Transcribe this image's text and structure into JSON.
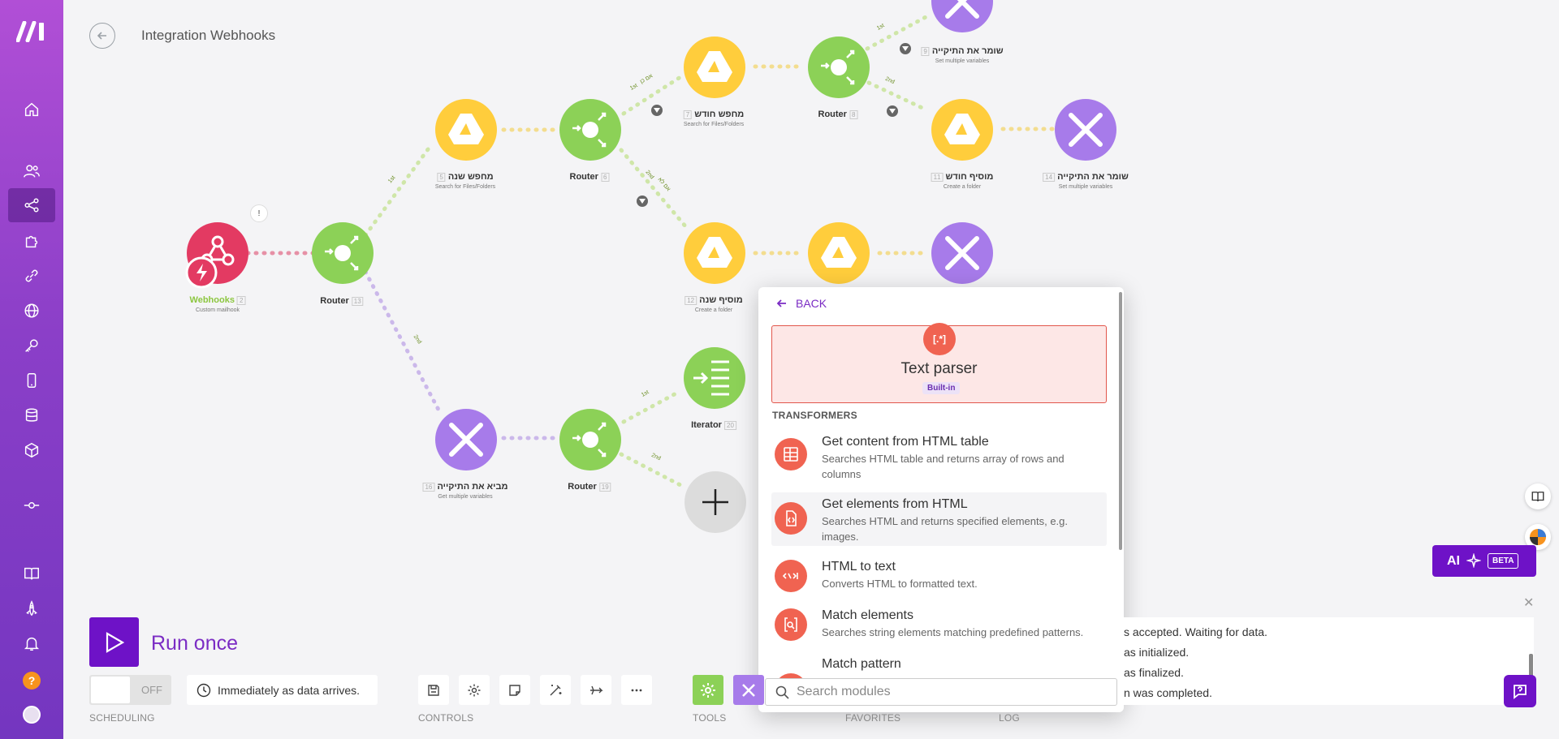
{
  "header": {
    "title": "Integration Webhooks"
  },
  "colors": {
    "accent": "#6e12c7",
    "brand_gradient_top": "#b14fd6",
    "router_green": "#8cd157",
    "drive_yellow": "#ffcd3c",
    "tools_purple": "#a77bea",
    "webhook_red": "#e33a62",
    "text_parser_red": "#f06351"
  },
  "sidebar": {
    "items": [
      {
        "icon": "home-icon"
      },
      {
        "icon": "team-icon"
      },
      {
        "icon": "share-scenarios-icon"
      },
      {
        "icon": "puzzle-icon"
      },
      {
        "icon": "link-icon"
      },
      {
        "icon": "globe-icon"
      },
      {
        "icon": "key-icon"
      },
      {
        "icon": "device-icon"
      },
      {
        "icon": "database-icon"
      },
      {
        "icon": "cube-icon"
      },
      {
        "icon": "flow-icon"
      },
      {
        "icon": "book-icon"
      },
      {
        "icon": "rocket-icon"
      },
      {
        "icon": "bell-icon"
      },
      {
        "icon": "help-icon",
        "label": "?"
      },
      {
        "icon": "avatar-icon"
      }
    ]
  },
  "nodes": {
    "webhooks": {
      "label": "Webhooks",
      "num": "2",
      "sub": "Custom mailhook",
      "badge": "!"
    },
    "router1": {
      "label": "Router",
      "num": "13"
    },
    "search_year": {
      "label": "מחפש שנה",
      "num": "5",
      "sub": "Search for Files/Folders"
    },
    "router2": {
      "label": "Router",
      "num": "6"
    },
    "search_month": {
      "label": "מחפש חודש",
      "num": "7",
      "sub": "Search for Files/Folders"
    },
    "router3": {
      "label": "Router",
      "num": "8"
    },
    "save_folder_top": {
      "label": "שומר את התיקייה",
      "num": "9",
      "sub": "Set multiple variables"
    },
    "add_month": {
      "label": "מוסיף חודש",
      "num": "11",
      "sub": "Create a folder"
    },
    "save_folder_right": {
      "label": "שומר את התיקייה",
      "num": "14",
      "sub": "Set multiple variables"
    },
    "add_year": {
      "label": "מוסיף שנה",
      "num": "12",
      "sub": "Create a folder"
    },
    "get_folder": {
      "label": "מביא את התיקייה",
      "num": "16",
      "sub": "Get multiple variables"
    },
    "router4": {
      "label": "Router",
      "num": "19"
    },
    "iterator": {
      "label": "Iterator",
      "num": "20"
    },
    "route_labels": [
      "1st",
      "2nd",
      "1st",
      "2nd",
      "1st",
      "2nd",
      "1st",
      "2nd",
      "אם כן",
      "אם לא"
    ]
  },
  "panel": {
    "back_label": "BACK",
    "featured": {
      "name": "Text parser",
      "badge": "Built-in",
      "icon_text": "[.*]"
    },
    "section_title": "TRANSFORMERS",
    "modules": [
      {
        "name": "Get content from HTML table",
        "desc": "Searches HTML table and returns array of rows and columns",
        "icon": "html-table-icon"
      },
      {
        "name": "Get elements from HTML",
        "desc": "Searches HTML and returns specified elements, e.g. images.",
        "icon": "html-elements-icon"
      },
      {
        "name": "HTML to text",
        "desc": "Converts HTML to formatted text.",
        "icon": "html-to-text-icon"
      },
      {
        "name": "Match elements",
        "desc": "Searches string elements matching predefined patterns.",
        "icon": "match-elements-icon"
      },
      {
        "name": "Match pattern",
        "desc": "",
        "icon": "match-pattern-icon"
      }
    ],
    "search_placeholder": "Search modules"
  },
  "bottom": {
    "run_label": "Run once",
    "toggle_label": "OFF",
    "schedule_text": "Immediately as data arrives.",
    "labels": {
      "scheduling": "SCHEDULING",
      "controls": "CONTROLS",
      "tools": "TOOLS",
      "favorites": "FAVORITES",
      "log": "LOG"
    },
    "controls": [
      "save-icon",
      "settings-icon",
      "notes-icon",
      "magic-wand-icon",
      "airplane-icon",
      "more-icon"
    ]
  },
  "log": {
    "lines": [
      "s accepted. Waiting for data.",
      "as initialized.",
      "as finalized.",
      "n was completed."
    ]
  },
  "ai": {
    "label": "AI",
    "badge": "BETA"
  }
}
